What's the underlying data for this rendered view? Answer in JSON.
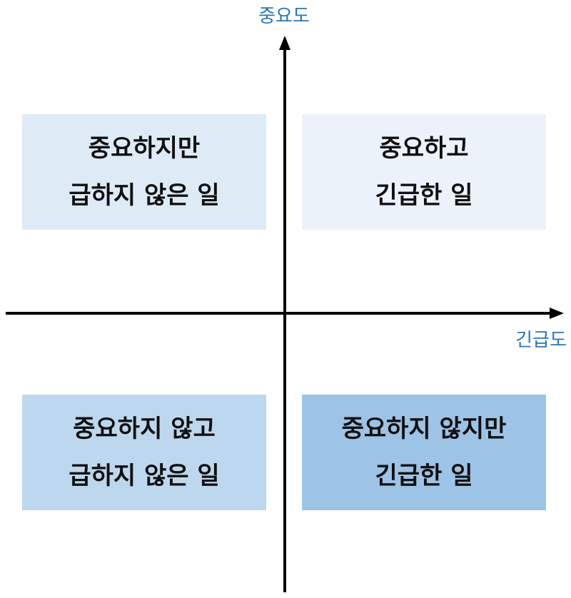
{
  "axes": {
    "y_label": "중요도",
    "x_label": "긴급도",
    "color": "#2e74b5"
  },
  "quadrants": {
    "top_left": {
      "line1": "중요하지만",
      "line2": "급하지 않은 일",
      "color": "#deebf7"
    },
    "top_right": {
      "line1": "중요하고",
      "line2": "긴급한 일",
      "color": "#ebf2fa"
    },
    "bottom_left": {
      "line1": "중요하지 않고",
      "line2": "급하지 않은 일",
      "color": "#bdd7ee"
    },
    "bottom_right": {
      "line1": "중요하지 않지만",
      "line2": "긴급한 일",
      "color": "#9dc3e6"
    }
  }
}
